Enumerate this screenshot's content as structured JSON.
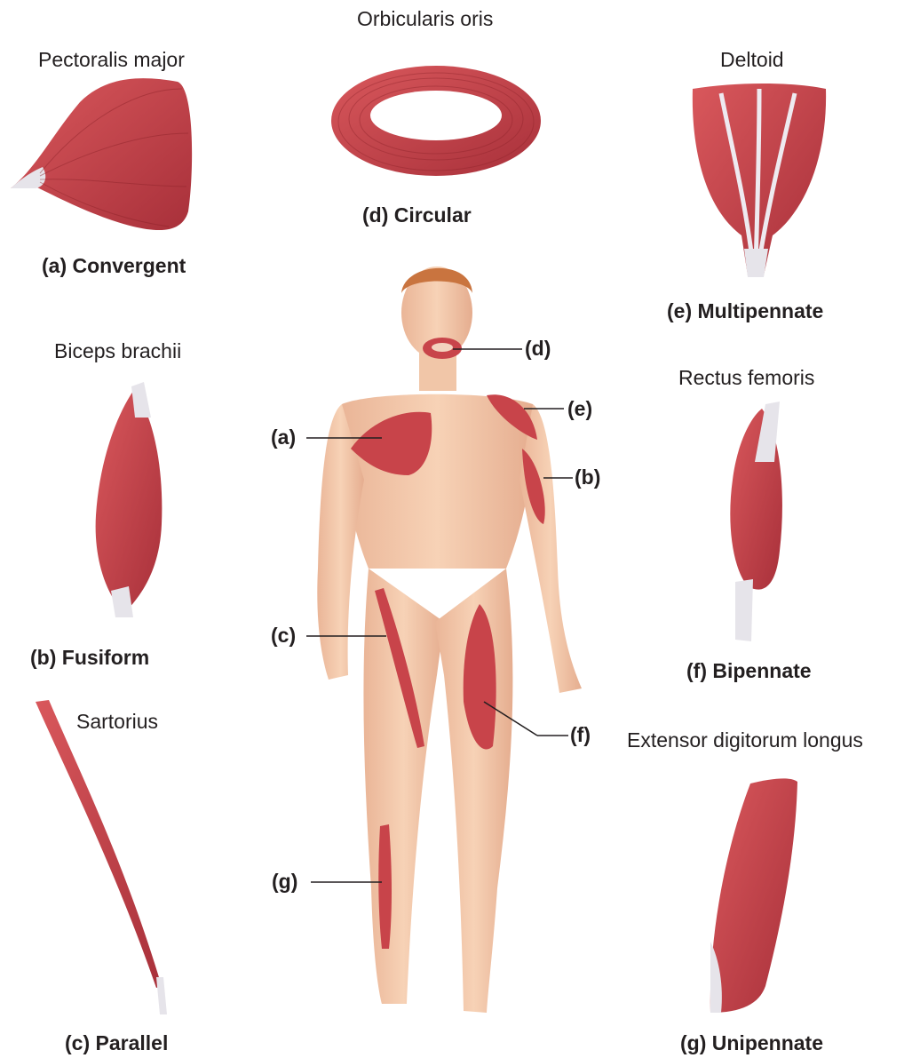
{
  "muscle_names": {
    "pectoralis": "Pectoralis major",
    "orbicularis": "Orbicularis oris",
    "deltoid": "Deltoid",
    "biceps": "Biceps brachii",
    "rectus": "Rectus femoris",
    "sartorius": "Sartorius",
    "extensor": "Extensor digitorum longus"
  },
  "shape_captions": {
    "a": {
      "letter": "(a)",
      "name": "Convergent"
    },
    "b": {
      "letter": "(b)",
      "name": "Fusiform"
    },
    "c": {
      "letter": "(c)",
      "name": "Parallel"
    },
    "d": {
      "letter": "(d)",
      "name": "Circular"
    },
    "e": {
      "letter": "(e)",
      "name": "Multipennate"
    },
    "f": {
      "letter": "(f)",
      "name": "Bipennate"
    },
    "g": {
      "letter": "(g)",
      "name": "Unipennate"
    }
  },
  "callouts": {
    "a": "(a)",
    "b": "(b)",
    "c": "(c)",
    "d": "(d)",
    "e": "(e)",
    "f": "(f)",
    "g": "(g)"
  },
  "colors": {
    "muscle": "#c8444a",
    "muscle_dark": "#9e2a31",
    "tendon": "#e6e4ea",
    "skin": "#f3c9ab",
    "skin_shade": "#e3a98a",
    "hair": "#c9743f"
  }
}
